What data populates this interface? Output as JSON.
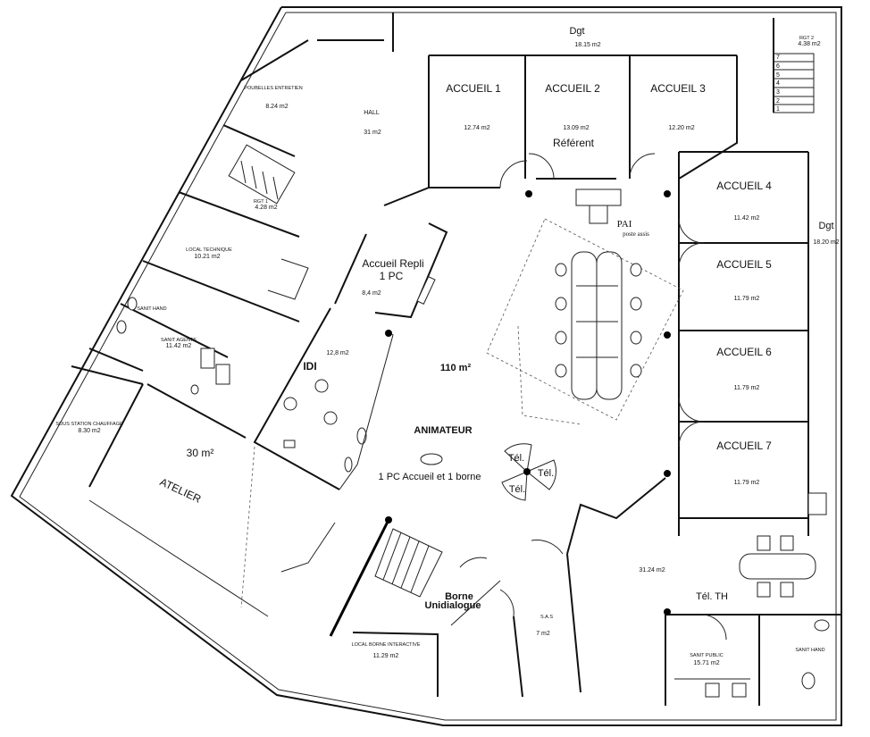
{
  "labels": {
    "dgt_top": "Dgt",
    "dgt_top_area": "18.15 m2",
    "rgt2": "RGT 2",
    "rgt2_area": "4.38 m2",
    "accueil1": "ACCUEIL 1",
    "accueil1_area": "12.74 m2",
    "accueil2": "ACCUEIL 2",
    "accueil2_area": "13.09 m2",
    "referent": "Référent",
    "accueil3": "ACCUEIL 3",
    "accueil3_area": "12.20 m2",
    "accueil4": "ACCUEIL 4",
    "accueil4_area": "11.42 m2",
    "dgt_right": "Dgt",
    "dgt_right_area": "18.20 m2",
    "accueil5": "ACCUEIL 5",
    "accueil5_area": "11.79 m2",
    "accueil6": "ACCUEIL 6",
    "accueil6_area": "11.79 m2",
    "accueil7": "ACCUEIL 7",
    "accueil7_area": "11.79 m2",
    "poubelles": "POUBELLES ENTRETIEN",
    "poubelles_area": "8.24 m2",
    "hall": "HALL",
    "hall_area": "31 m2",
    "rgt1": "RGT 1",
    "rgt1_area": "4.28 m2",
    "local_technique": "LOCAL TECHNIQUE",
    "local_technique_area": "10.21 m2",
    "sanit_hand_left": "SANIT HAND",
    "sanit_agents": "SANIT AGENTS",
    "sanit_agents_area": "11.42 m2",
    "sous_station": "SOUS STATION CHAUFFAGE",
    "sous_station_area": "8.30 m2",
    "atelier_area": "30 m²",
    "atelier": "ATELIER",
    "accueil_repli": "Accueil Repli",
    "accueil_repli_pc": "1 PC",
    "accueil_repli_area": "8,4 m2",
    "idi": "IDI",
    "idi_area": "12,8 m2",
    "main_area": "110 m²",
    "pai": "PAI",
    "poste_assis": "poste assis",
    "animateur": "ANIMATEUR",
    "pc_accueil": "1 PC Accueil et 1 borne",
    "tel1": "Tél.",
    "tel2": "Tél.",
    "tel3": "Tél.",
    "borne": "Borne",
    "unidialogue": "Unidialogue",
    "local_borne": "LOCAL BORNE INTERACTIVE",
    "local_borne_area": "11.29 m2",
    "sas": "S.A.S",
    "sas_area": "7 m2",
    "break_area": "31.24 m2",
    "tel_th": "Tél. TH",
    "sanit_public": "SANIT PUBLIC",
    "sanit_public_area": "15.71 m2",
    "sanit_hand_right": "SANIT HAND"
  },
  "stair_numbers": [
    "7",
    "6",
    "5",
    "4",
    "3",
    "2",
    "1"
  ]
}
